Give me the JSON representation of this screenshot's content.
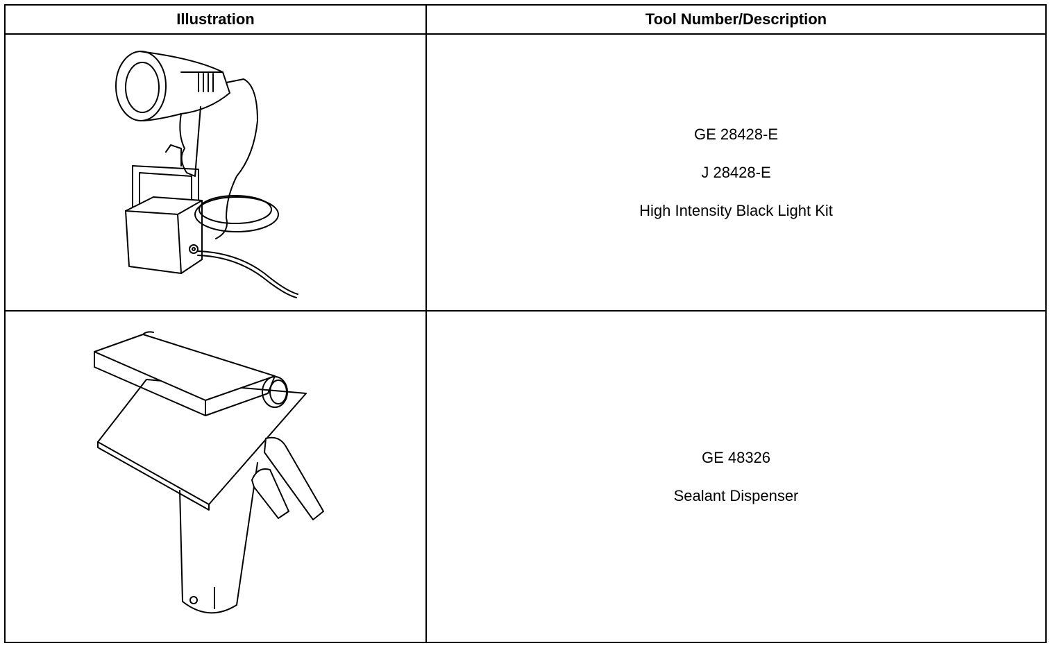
{
  "headers": {
    "illustration": "Illustration",
    "tool": "Tool Number/Description"
  },
  "rows": [
    {
      "icon": "black-light-kit-illustration",
      "lines": [
        "GE 28428-E",
        "J 28428-E",
        "High Intensity Black Light Kit"
      ]
    },
    {
      "icon": "sealant-dispenser-illustration",
      "lines": [
        "GE 48326",
        "Sealant Dispenser"
      ]
    }
  ]
}
